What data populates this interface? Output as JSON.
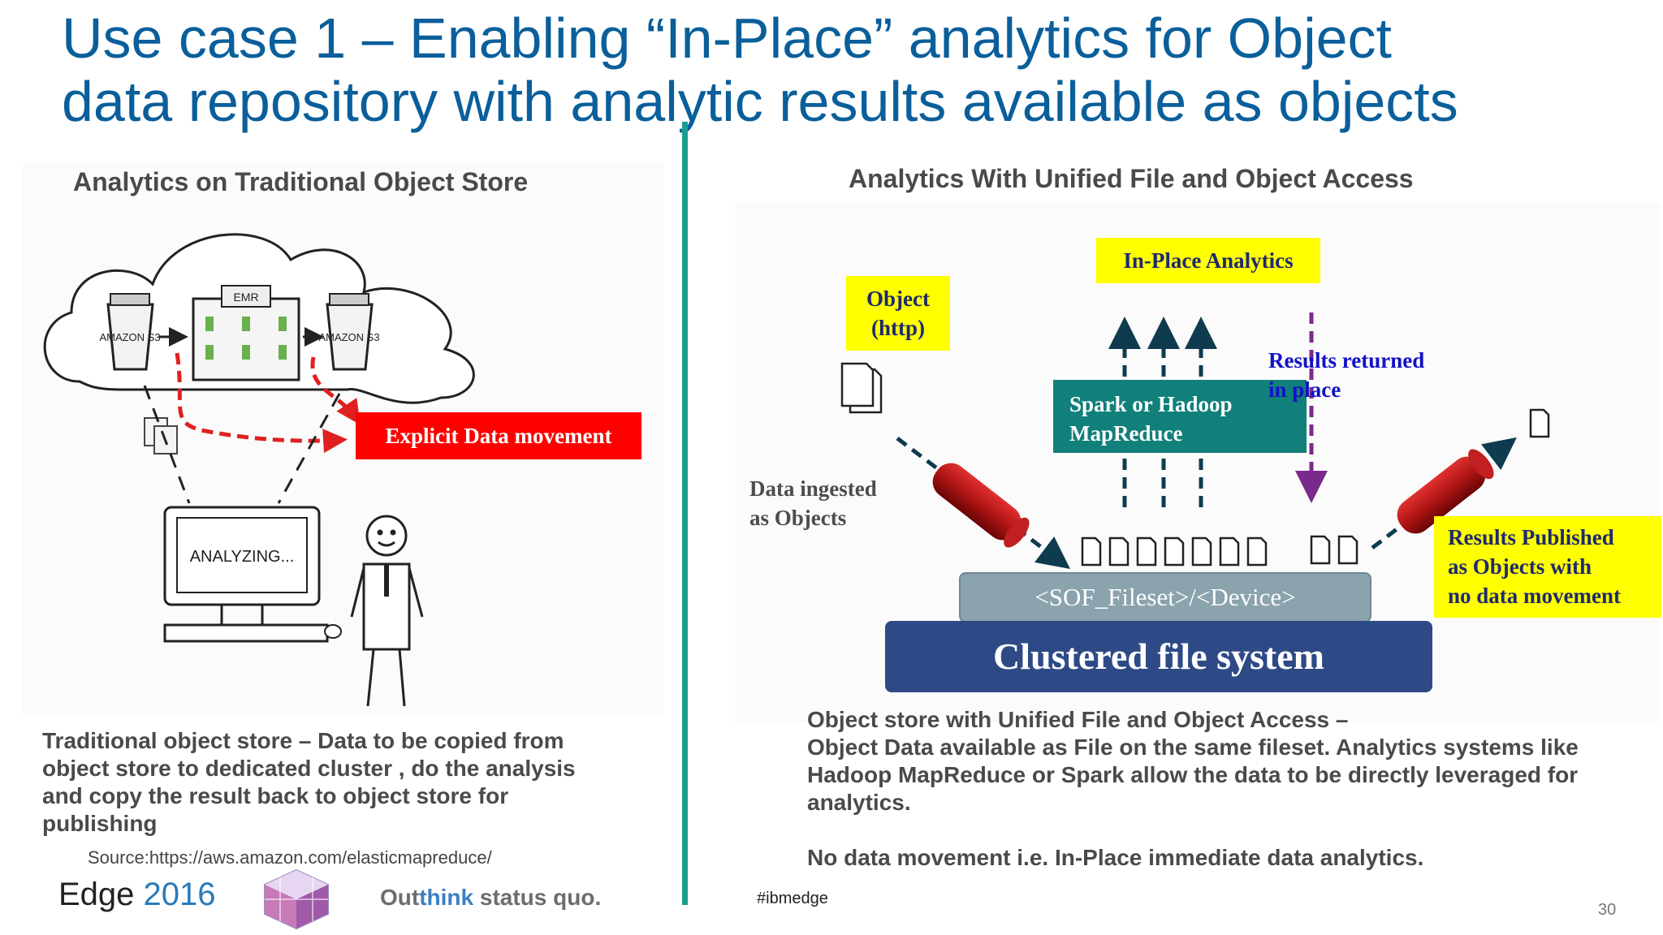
{
  "title": {
    "line1": "Use case 1 – Enabling “In-Place” analytics for Object",
    "line2": "data repository with analytic results available as objects"
  },
  "left": {
    "heading": "Analytics on Traditional Object Store",
    "cloud_labels": {
      "s3_left": "AMAZON S3",
      "emr": "EMR",
      "s3_right": "AMAZON S3"
    },
    "explicit_label": "Explicit Data movement",
    "monitor_text": "ANALYZING...",
    "description": "Traditional object store – Data to be copied from object store to dedicated cluster , do the analysis and copy the result back to object store for publishing",
    "source": "Source:https://aws.amazon.com/elasticmapreduce/"
  },
  "right": {
    "heading": "Analytics With Unified File and Object Access",
    "in_place": "In-Place Analytics",
    "object_http_1": "Object",
    "object_http_2": "(http)",
    "spark_1": "Spark or Hadoop",
    "spark_2": "MapReduce",
    "results_returned_1": "Results returned",
    "results_returned_2": "in place",
    "data_ingested_1": "Data ingested",
    "data_ingested_2": "as Objects",
    "results_published_1": "Results Published",
    "results_published_2": "as Objects with",
    "results_published_3": "no data movement",
    "fileset": "<SOF_Fileset>/<Device>",
    "cluster": "Clustered file system",
    "desc_line1": "Object store with Unified File and Object Access  –",
    "desc_body": "Object Data available as File on the same fileset. Analytics systems like Hadoop MapReduce or Spark allow the data to be directly leveraged for analytics.",
    "desc_line2": "No data movement i.e. In-Place immediate data analytics."
  },
  "footer": {
    "edge_word": "Edge",
    "edge_year": "2016",
    "outthink_a": "Out",
    "outthink_b": "think",
    "outthink_c": " status quo.",
    "hashtag": "#ibmedge",
    "page_number": "30"
  },
  "colors": {
    "title_blue": "#0a5f9b",
    "divider_teal": "#1a9e8f",
    "red": "#ff0000",
    "yellow": "#ffff00",
    "teal_box": "#117f7a",
    "navy": "#2e4a86"
  }
}
